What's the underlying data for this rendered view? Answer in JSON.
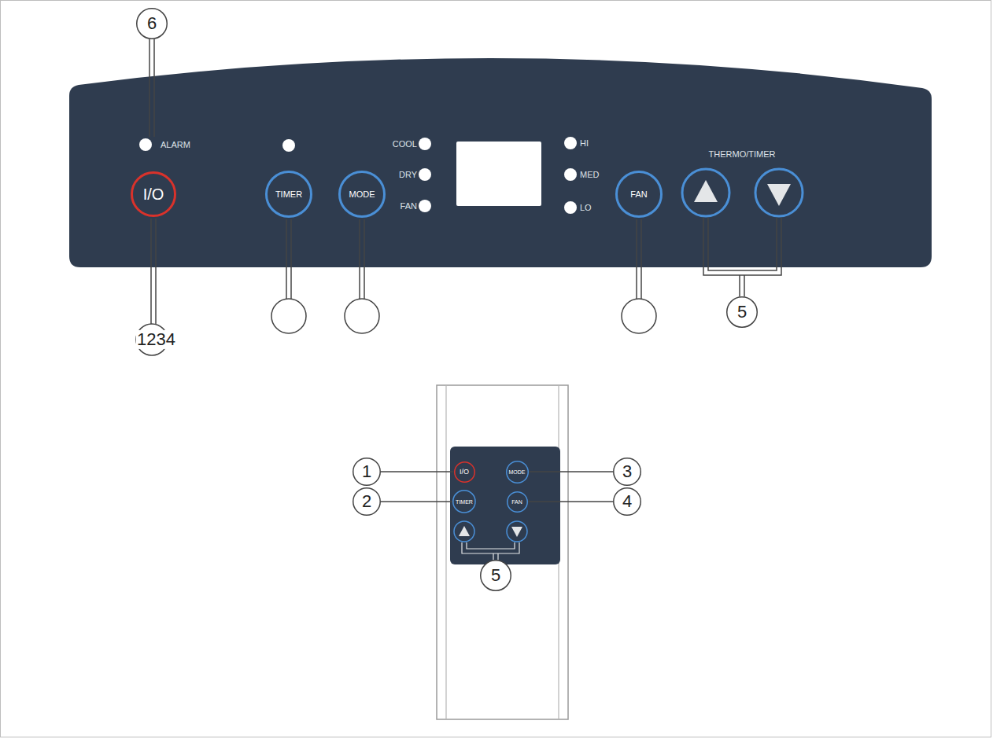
{
  "diagram": {
    "nodes": [
      {
        "text": [
          "6"
        ]
      },
      {
        "text": [
          "I/O"
        ]
      },
      {
        "text": [
          "TIMER"
        ]
      },
      {
        "text": [
          "MODE"
        ]
      },
      {
        "text": [
          "FAN"
        ]
      },
      {
        "text": [
          "5"
        ]
      },
      {
        "text": [
          "1"
        ]
      },
      {
        "text": [
          "I/O"
        ]
      },
      {
        "text": [
          "MODE"
        ]
      },
      {
        "text": [
          "3"
        ]
      },
      {
        "text": [
          "2"
        ]
      },
      {
        "text": [
          "TIMER"
        ]
      },
      {
        "text": [
          "FAN"
        ]
      },
      {
        "text": [
          "4"
        ]
      },
      {
        "text": [
          "5"
        ]
      }
    ],
    "edges": [
      {
        "from": 6,
        "to": 7,
        "arrow": "none"
      },
      {
        "from": 9,
        "to": 8,
        "arrow": "none"
      },
      {
        "from": 10,
        "to": 11,
        "arrow": "none"
      },
      {
        "from": 13,
        "to": 12,
        "arrow": "none"
      }
    ],
    "labels": [
      "ALARM",
      "COOL",
      "DRY",
      "FAN",
      "HI",
      "MED",
      "LO",
      "THERMO/TIMER",
      "1234"
    ]
  }
}
